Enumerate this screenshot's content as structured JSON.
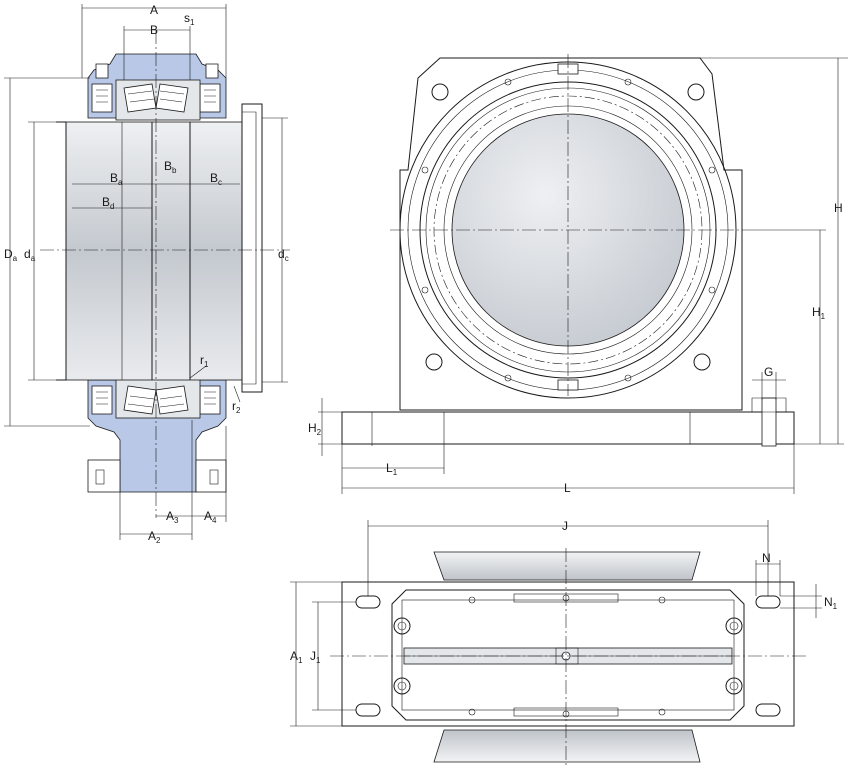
{
  "labels": {
    "A": {
      "main": "A",
      "sub": ""
    },
    "B": {
      "main": "B",
      "sub": ""
    },
    "s1": {
      "main": "s",
      "sub": "1"
    },
    "Ba": {
      "main": "B",
      "sub": "a"
    },
    "Bb": {
      "main": "B",
      "sub": "b"
    },
    "Bc": {
      "main": "B",
      "sub": "c"
    },
    "Bd": {
      "main": "B",
      "sub": "d"
    },
    "Da": {
      "main": "D",
      "sub": "a"
    },
    "da": {
      "main": "d",
      "sub": "a"
    },
    "dc": {
      "main": "d",
      "sub": "c"
    },
    "r1": {
      "main": "r",
      "sub": "1"
    },
    "r2": {
      "main": "r",
      "sub": "2"
    },
    "A3": {
      "main": "A",
      "sub": "3"
    },
    "A4": {
      "main": "A",
      "sub": "4"
    },
    "A2": {
      "main": "A",
      "sub": "2"
    },
    "H": {
      "main": "H",
      "sub": ""
    },
    "H1": {
      "main": "H",
      "sub": "1"
    },
    "H2": {
      "main": "H",
      "sub": "2"
    },
    "G": {
      "main": "G",
      "sub": ""
    },
    "L1": {
      "main": "L",
      "sub": "1"
    },
    "L": {
      "main": "L",
      "sub": ""
    },
    "J": {
      "main": "J",
      "sub": ""
    },
    "N": {
      "main": "N",
      "sub": ""
    },
    "N1": {
      "main": "N",
      "sub": "1"
    },
    "A1": {
      "main": "A",
      "sub": "1"
    },
    "J1": {
      "main": "J",
      "sub": "1"
    }
  },
  "colors": {
    "housing_blue": "#b8c8e6",
    "shaft_grey": "#cfd4da",
    "bearing_grey": "#e4e7ea",
    "line": "#1a1a1a"
  }
}
